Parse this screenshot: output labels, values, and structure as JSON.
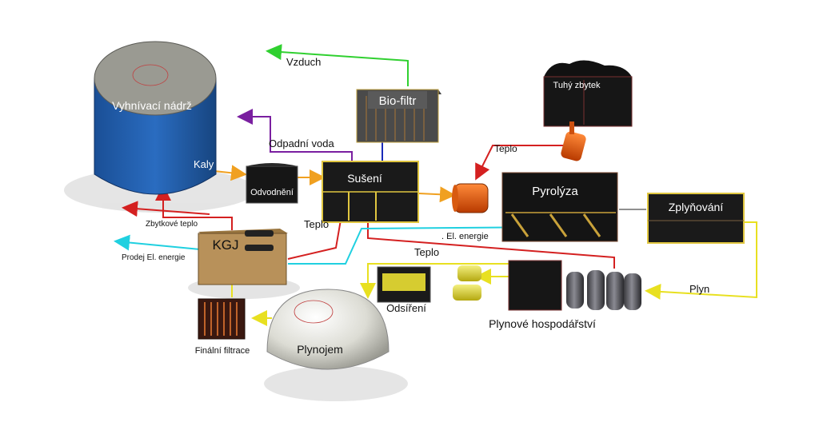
{
  "labels": {
    "storage_tank": "Vyhnívací nádrž",
    "biofilter": "Bio-filtr",
    "solid_residue": "Tuhý zbytek",
    "dewatering": "Odvodnění",
    "drying": "Sušení",
    "pyrolysis": "Pyrolýza",
    "gasification": "Zplyňování",
    "chp": "KGJ",
    "desulfurization": "Odsíření",
    "gas_management": "Plynové hospodářství",
    "gas_holder": "Plynojem",
    "final_filtration": "Finální filtrace"
  },
  "flows": {
    "air": "Vzduch",
    "wastewater": "Odpadní voda",
    "sludge": "Kaly",
    "heat_to_pyrolysis": "Teplo",
    "heat_from_chp": "Teplo",
    "heat_return": "Teplo",
    "residual_heat": "Zbytkové teplo",
    "electricity": ". El. energie",
    "electricity_sale": "Prodej El. energie",
    "gas": "Plyn"
  },
  "colors": {
    "tank_blue": "#1f5aa6",
    "box_black": "#141414",
    "box_trim": "#e0c640",
    "chp_tan": "#b8915a",
    "orange_arrow": "#f0a020",
    "red_arrow": "#d42020",
    "cyan_arrow": "#20d0e0",
    "yellow_arrow": "#e8e020",
    "green_arrow": "#30d030",
    "purple_arrow": "#7a1fa0",
    "blue_arrow": "#1a2ab8"
  }
}
